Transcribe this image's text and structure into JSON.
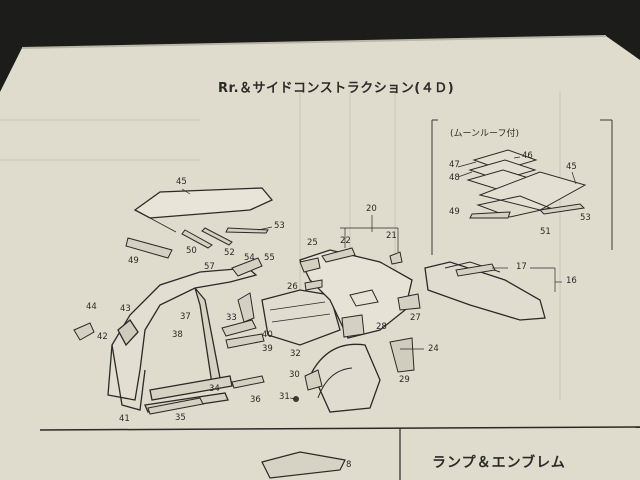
{
  "page": {
    "title": "Rr.＆サイドコンストラクション(４Ｄ)",
    "inset_label": "(ムーンルーフ付)",
    "next_section_title": "ランプ＆エンブレム"
  },
  "callouts": {
    "c45": "45",
    "c53": "53",
    "c49": "49",
    "c50": "50",
    "c52": "52",
    "c20": "20",
    "c22": "22",
    "c21": "21",
    "c25": "25",
    "c54": "54",
    "c55": "55",
    "c57": "57",
    "c26": "26",
    "c44": "44",
    "c43": "43",
    "c42": "42",
    "c37": "37",
    "c38": "38",
    "c33": "33",
    "c40": "40",
    "c39": "39",
    "c27": "27",
    "c28": "28",
    "c32": "32",
    "c24": "24",
    "c34": "34",
    "c30": "30",
    "c29": "29",
    "c31": "31",
    "c36": "36",
    "c41": "41",
    "c35": "35",
    "c17": "17",
    "c16": "16",
    "c8": "8",
    "i46": "46",
    "i47": "47",
    "i48": "48",
    "i45": "45",
    "i49": "49",
    "i53": "53",
    "i51": "51"
  },
  "colors": {
    "paper": "#dfdccd",
    "ink": "#2a2a27",
    "background": "#1c1c1a"
  }
}
